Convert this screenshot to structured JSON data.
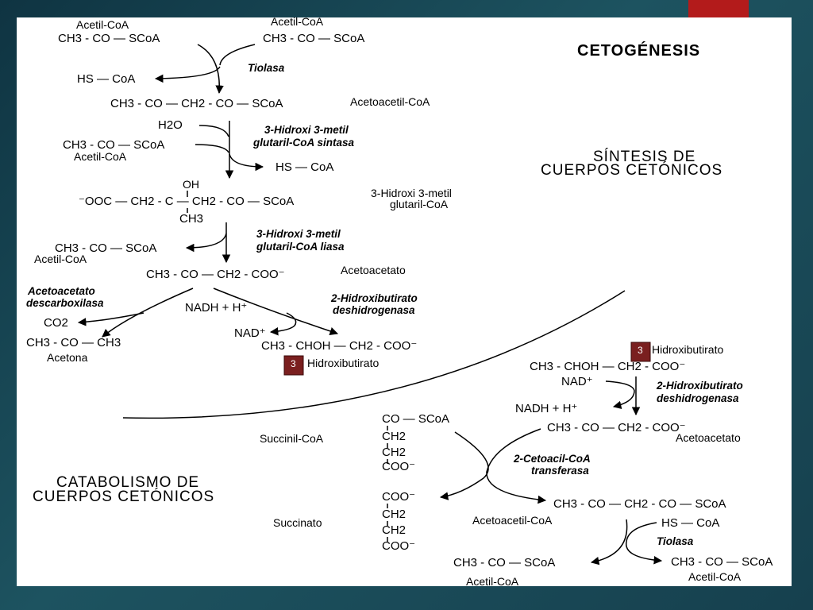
{
  "title": "CETOGÉNESIS",
  "sections": {
    "sintesis": [
      "SÍNTESIS DE",
      "CUERPOS CETÓNICOS"
    ],
    "catabolismo": [
      "CATABOLISMO DE",
      "CUERPOS CETÓNICOS"
    ]
  },
  "badge": "3",
  "compounds": {
    "acetil_coa": "Acetil-CoA",
    "acetil_coa_formula": "CH3 - CO — SCoA",
    "hs_coa": "HS — CoA",
    "acetoacetil_formula": "CH3 - CO — CH2 - CO — SCoA",
    "acetoacetil_name": "Acetoacetil-CoA",
    "h2o": "H2O",
    "hmg_formula": "⁻OOC — CH2 - C — CH2 - CO — SCoA",
    "hmg_oh": "OH",
    "hmg_ch3": "CH3",
    "hmg_name_1": "3-Hidroxi 3-metil",
    "hmg_name_2": "glutaril-CoA",
    "acetoacetato_formula": "CH3 - CO — CH2 - COO⁻",
    "acetoacetato_name": "Acetoacetato",
    "co2": "CO2",
    "acetona_formula": "CH3 - CO — CH3",
    "acetona_name": "Acetona",
    "nadh": "NADH + H⁺",
    "nad": "NAD⁺",
    "hidroxibutirato_formula": "CH3 - CHOH — CH2 - COO⁻",
    "hidroxibutirato_name": "Hidroxibutirato",
    "succinil_name": "Succinil-CoA",
    "succinato_name": "Succinato",
    "co_scoa": "CO — SCoA",
    "ch2": "CH2",
    "coo": "COO⁻"
  },
  "enzymes": {
    "tiolasa": "Tiolasa",
    "hmg_sintasa_1": "3-Hidroxi 3-metil",
    "hmg_sintasa_2": "glutaril-CoA sintasa",
    "hmg_liasa_1": "3-Hidroxi 3-metil",
    "hmg_liasa_2": "glutaril-CoA liasa",
    "descarboxilasa_1": "Acetoacetato",
    "descarboxilasa_2": "descarboxilasa",
    "deshidrogenasa_1": "2-Hidroxibutirato",
    "deshidrogenasa_2": "deshidrogenasa",
    "transferasa_1": "2-Cetoacil-CoA",
    "transferasa_2": "transferasa"
  },
  "colors": {
    "slide_background": "#ffffff",
    "page_background": "#1d5360",
    "accent": "#b31b1b",
    "badge": "#7a1f1f"
  }
}
